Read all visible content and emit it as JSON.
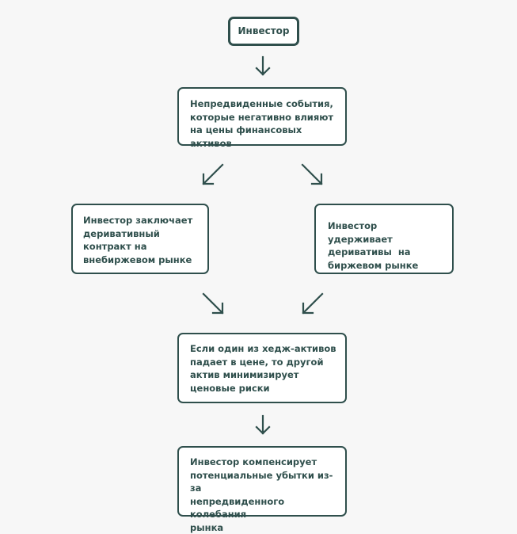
{
  "nodes": {
    "investor": "Инвестор",
    "event": [
      "Непредвиденные события,",
      "которые негативно влияют",
      "на цены финансовых активов"
    ],
    "otc": [
      "Инвестор заключает",
      "деривативный",
      "контракт на",
      "внебиржевом рынке"
    ],
    "exchange": [
      "Инвестор удерживает",
      "деривативы  на",
      "биржевом рынке"
    ],
    "hedge": [
      "Если один из хедж-активов",
      "падает в цене, то другой",
      "актив минимизирует",
      "ценовые риски"
    ],
    "compensate": [
      "Инвестор компенсирует",
      "потенциальные убытки из-за",
      "непредвиденного колебания",
      "рынка"
    ]
  },
  "colors": {
    "stroke": "#2f4f4c",
    "background": "#f7f7f7",
    "box": "#ffffff"
  }
}
